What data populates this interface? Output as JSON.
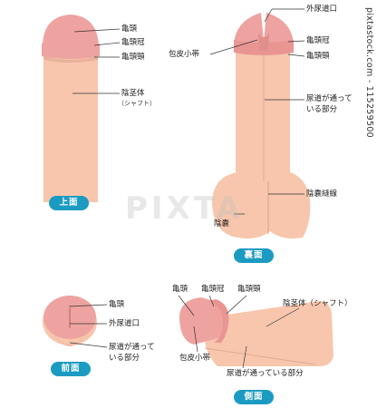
{
  "top_view": {
    "label_glans": "亀頭",
    "label_corona": "亀頭冠",
    "label_neck": "亀頭頸",
    "label_shaft": "陰茎体",
    "label_shaft_sub": "（シャフト）",
    "view_name": "上面"
  },
  "back_view": {
    "label_meatus": "外尿道口",
    "label_frenulum": "包皮小帯",
    "label_corona": "亀頭冠",
    "label_neck": "亀頭頸",
    "label_urethra_line1": "尿道が通って",
    "label_urethra_line2": "いる部分",
    "label_raphe": "陰嚢縫線",
    "label_scrotum": "陰嚢",
    "view_name": "裏面"
  },
  "front_view": {
    "label_glans": "亀頭",
    "label_meatus": "外尿道口",
    "label_urethra_line1": "尿道が通って",
    "label_urethra_line2": "いる部分",
    "view_name": "前面"
  },
  "side_view": {
    "label_glans": "亀頭",
    "label_corona": "亀頭冠",
    "label_neck": "亀頭頸",
    "label_shaft": "陰茎体（シャフト）",
    "label_frenulum": "包皮小帯",
    "label_urethra": "尿道が通っている部分",
    "view_name": "側面"
  },
  "watermark": "PIXTA",
  "credit": "pixtastock.com - 115259500",
  "colors": {
    "skin": "#f7c6ad",
    "glans": "#eea3a0",
    "line": "#333333",
    "pill": "#1b9bc1"
  }
}
